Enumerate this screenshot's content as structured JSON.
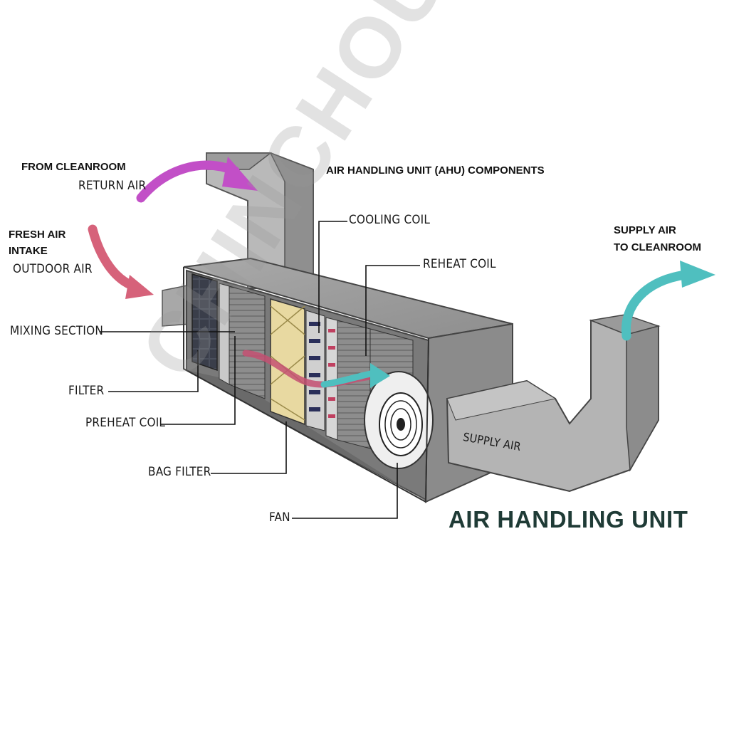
{
  "title": "AIR HANDLING UNIT (AHU) COMPONENTS",
  "heading": "AIR HANDLING UNIT",
  "watermark": "CHINCHOUSE",
  "colors": {
    "return_arrow": "#c24fc7",
    "fresh_arrow": "#d6627a",
    "supply_arrow": "#4fbfbf",
    "heading": "#1f3b36"
  },
  "labels": {
    "from_cleanroom": "FROM CLEANROOM",
    "return_air": "RETURN AIR",
    "fresh_air_line1": "FRESH AIR",
    "fresh_air_line2": "INTAKE",
    "outdoor_air": "OUTDOOR AIR",
    "supply_air_line1": "SUPPLY AIR",
    "supply_air_line2": "TO CLEANROOM",
    "cooling_coil": "COOLING COIL",
    "reheat_coil": "REHEAT COIL",
    "mixing_section": "MIXING SECTION",
    "filter": "FILTER",
    "preheat_coil": "PREHEAT COIL",
    "bag_filter": "BAG FILTER",
    "fan": "FAN",
    "supply_air_duct": "SUPPLY AIR"
  }
}
